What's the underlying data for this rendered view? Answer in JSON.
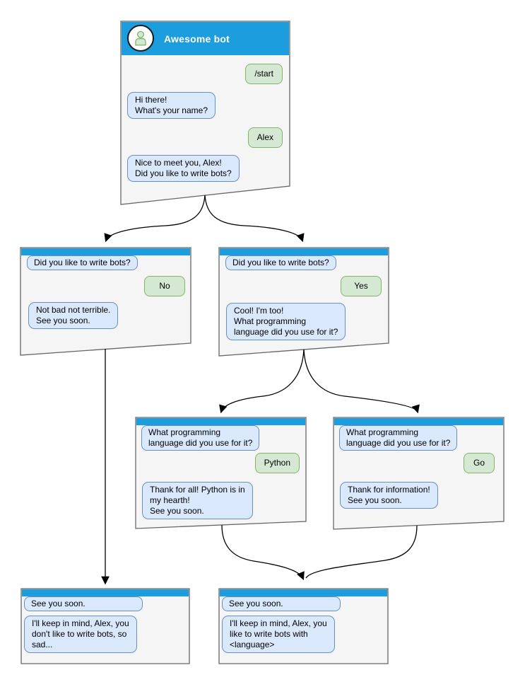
{
  "colors": {
    "header_blue": "#1b9dde",
    "bot_fill": "#dae8fc",
    "bot_border": "#6c8ebf",
    "user_fill": "#d5e8d4",
    "user_border": "#82b366",
    "win_fill": "#f5f5f5",
    "win_border": "#666666"
  },
  "windows": {
    "main": {
      "title": "Awesome bot",
      "avatar_icon": "person-icon",
      "messages": [
        {
          "from": "user",
          "text": "/start"
        },
        {
          "from": "bot",
          "text": "Hi there!\nWhat's your name?"
        },
        {
          "from": "user",
          "text": "Alex"
        },
        {
          "from": "bot",
          "text": "Nice to meet you, Alex!\nDid you like to write bots?"
        }
      ]
    },
    "branch_no": {
      "messages": [
        {
          "from": "bot",
          "text": "Did you like to write bots?"
        },
        {
          "from": "user",
          "text": "No"
        },
        {
          "from": "bot",
          "text": "Not bad not terrible.\nSee you soon."
        }
      ]
    },
    "branch_yes": {
      "messages": [
        {
          "from": "bot",
          "text": "Did you like to write bots?"
        },
        {
          "from": "user",
          "text": "Yes"
        },
        {
          "from": "bot",
          "text": "Cool! I'm too!\nWhat programming\nlanguage did you use for it?"
        }
      ]
    },
    "branch_python": {
      "messages": [
        {
          "from": "bot",
          "text": "What programming\nlanguage did you use for it?"
        },
        {
          "from": "user",
          "text": "Python"
        },
        {
          "from": "bot",
          "text": "Thank for all! Python is in\nmy hearth!\nSee you soon."
        }
      ]
    },
    "branch_go": {
      "messages": [
        {
          "from": "bot",
          "text": "What programming\nlanguage did you use for it?"
        },
        {
          "from": "user",
          "text": "Go"
        },
        {
          "from": "bot",
          "text": "Thank for information!\nSee you soon."
        }
      ]
    },
    "end_no": {
      "messages": [
        {
          "from": "bot",
          "text": "See you soon."
        },
        {
          "from": "bot",
          "text": "I'll keep in mind, Alex, you\ndon't like to write bots, so\nsad..."
        }
      ]
    },
    "end_lang": {
      "messages": [
        {
          "from": "bot",
          "text": "See you soon."
        },
        {
          "from": "bot",
          "text": "I'll keep in mind, Alex, you\nlike to write bots with\n<language>"
        }
      ]
    }
  },
  "edges": [
    {
      "from": "main",
      "to": "branch_no"
    },
    {
      "from": "main",
      "to": "branch_yes"
    },
    {
      "from": "branch_no",
      "to": "end_no"
    },
    {
      "from": "branch_yes",
      "to": "branch_python"
    },
    {
      "from": "branch_yes",
      "to": "branch_go"
    },
    {
      "from": "branch_python",
      "to": "end_lang"
    },
    {
      "from": "branch_go",
      "to": "end_lang"
    }
  ]
}
